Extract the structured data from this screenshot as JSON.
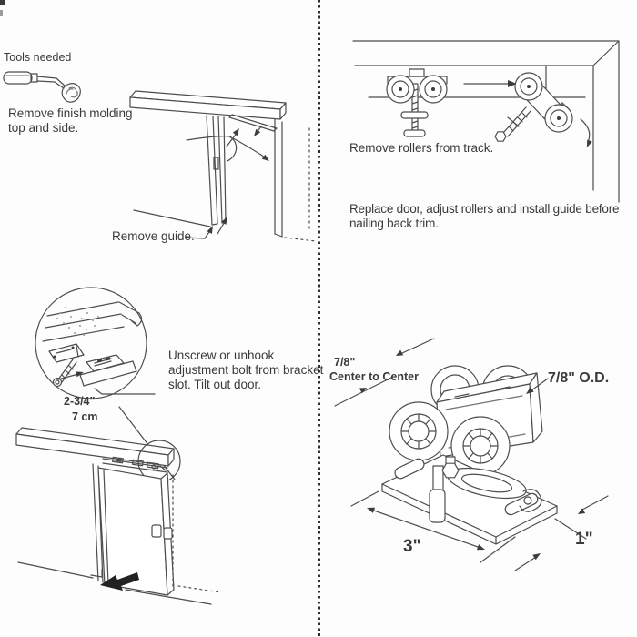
{
  "colors": {
    "line": "#4d4d4d",
    "text": "#3a3a3a",
    "arrow_fill": "#222222",
    "background": "#fdfdfd"
  },
  "left_top": {
    "tools_label": "Tools needed",
    "step_molding": "Remove finish molding top and side.",
    "step_guide": "Remove guide."
  },
  "left_bottom": {
    "dim_inches": "2-3/4\"",
    "dim_metric": "7 cm",
    "instruction": "Unscrew or unhook adjustment bolt from bracket slot. Tilt out door."
  },
  "right_top": {
    "step_rollers": "Remove rollers from track.",
    "step_replace": "Replace door, adjust rollers and install guide before nailing back trim."
  },
  "right_bottom": {
    "dim_center_line1": "7/8\"",
    "dim_center_line2": "Center to Center",
    "dim_od": "7/8\" O.D.",
    "dim_length": "3\"",
    "dim_width": "1\""
  },
  "icons": {
    "screwdriver": "screwdriver-icon",
    "divider_style": "dotted-vertical-line"
  }
}
